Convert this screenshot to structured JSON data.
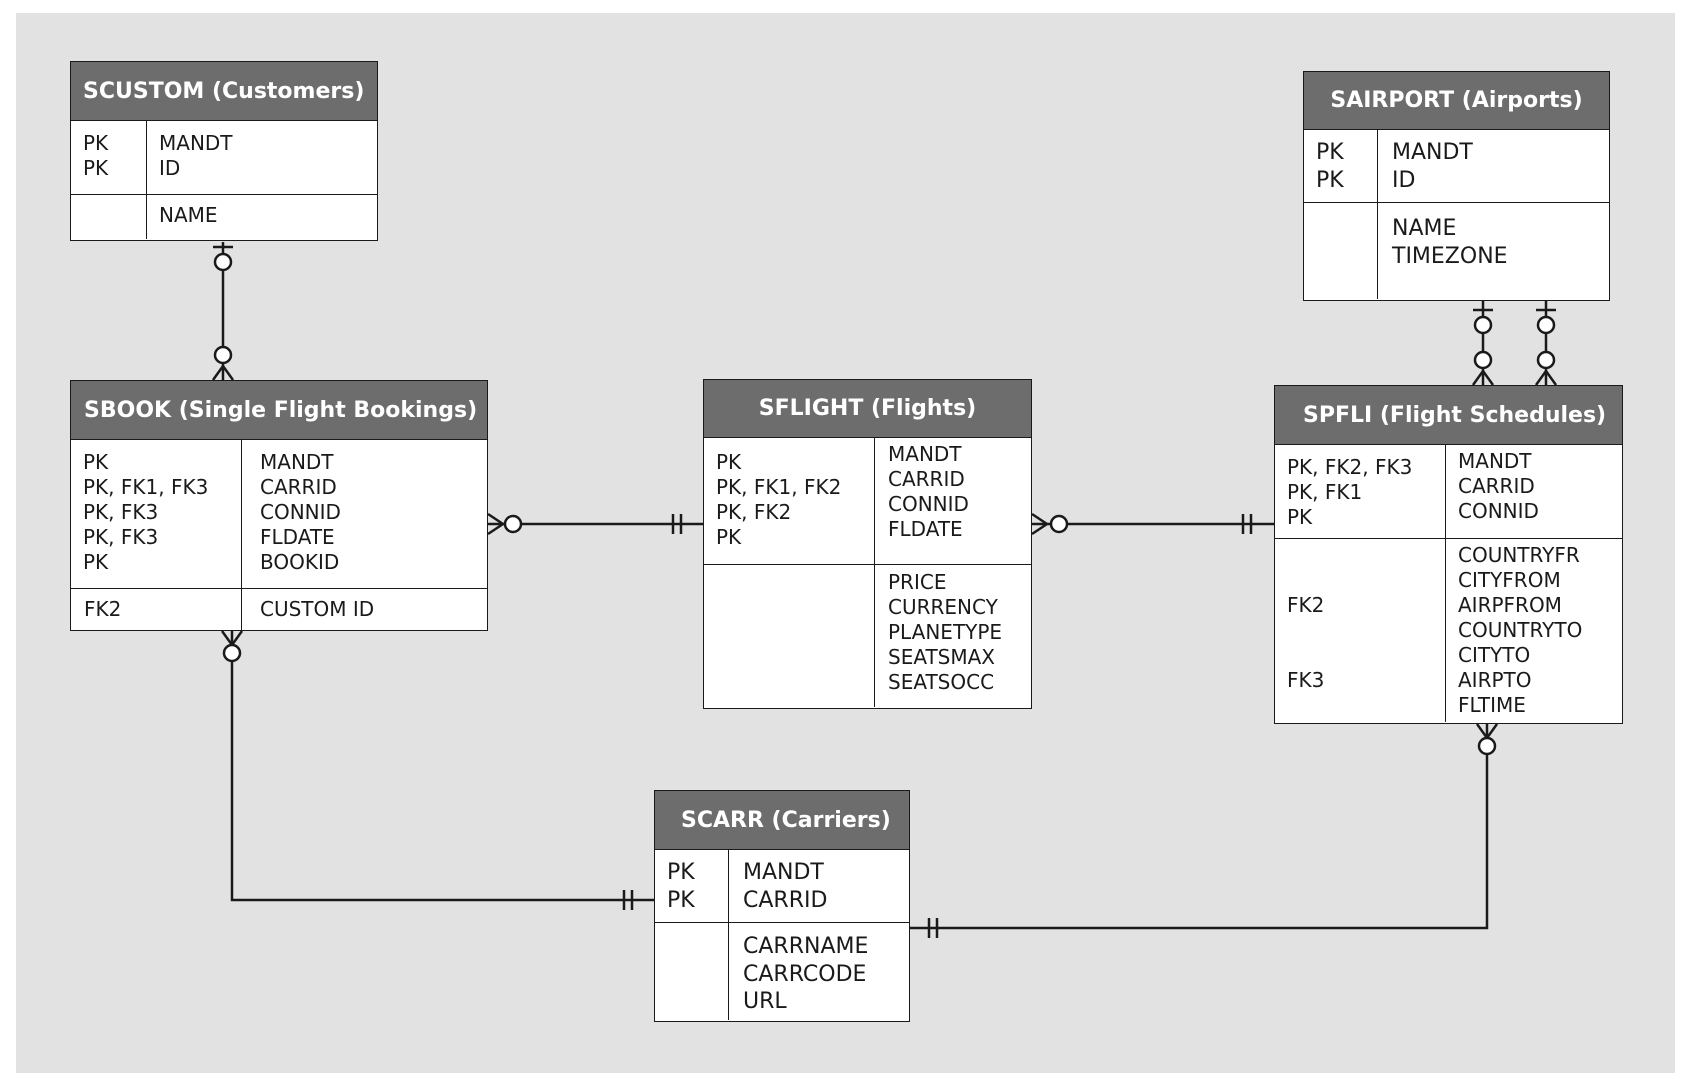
{
  "entities": {
    "scustom": {
      "title": "SCUSTOM (Customers)",
      "key_rows": [
        [
          "PK",
          "PK"
        ],
        [
          ""
        ]
      ],
      "field_rows": [
        [
          "MANDT",
          "ID"
        ],
        [
          "NAME"
        ]
      ]
    },
    "sbook": {
      "title": "SBOOK (Single Flight Bookings)",
      "key_rows": [
        [
          "PK",
          "PK, FK1, FK3",
          "PK, FK3",
          "PK, FK3",
          "PK"
        ],
        [
          "FK2"
        ]
      ],
      "field_rows": [
        [
          "MANDT",
          "CARRID",
          "CONNID",
          "FLDATE",
          "BOOKID"
        ],
        [
          "CUSTOM ID"
        ]
      ]
    },
    "sflight": {
      "title": "SFLIGHT (Flights)",
      "key_rows": [
        [
          "PK",
          "PK, FK1, FK2",
          "PK, FK2",
          "PK"
        ],
        [
          ""
        ]
      ],
      "field_rows": [
        [
          "MANDT",
          "CARRID",
          "CONNID",
          "FLDATE"
        ],
        [
          "PRICE",
          "CURRENCY",
          "PLANETYPE",
          "SEATSMAX",
          "SEATSOCC"
        ]
      ]
    },
    "sairport": {
      "title": "SAIRPORT (Airports)",
      "key_rows": [
        [
          "PK",
          "PK"
        ],
        [
          ""
        ]
      ],
      "field_rows": [
        [
          "MANDT",
          "ID"
        ],
        [
          "NAME",
          "TIMEZONE"
        ]
      ]
    },
    "spfli": {
      "title": "SPFLI (Flight Schedules)",
      "key_rows": [
        [
          "PK, FK2, FK3",
          "PK, FK1",
          "PK"
        ],
        [
          "",
          "",
          "FK2",
          "",
          "",
          "FK3",
          ""
        ]
      ],
      "field_rows": [
        [
          "MANDT",
          "CARRID",
          "CONNID"
        ],
        [
          "COUNTRYFR",
          "CITYFROM",
          "AIRPFROM",
          "COUNTRYTO",
          "CITYTO",
          "AIRPTO",
          "FLTIME"
        ]
      ]
    },
    "scarr": {
      "title": "SCARR (Carriers)",
      "key_rows": [
        [
          "PK",
          "PK"
        ],
        [
          ""
        ]
      ],
      "field_rows": [
        [
          "MANDT",
          "CARRID"
        ],
        [
          "CARRNAME",
          "CARRCODE",
          "URL"
        ]
      ]
    }
  },
  "relationships": [
    {
      "from": "scustom",
      "to": "sbook",
      "from_end": "zero-or-one",
      "to_end": "zero-or-many"
    },
    {
      "from": "sbook",
      "to": "sflight",
      "from_end": "zero-or-many",
      "to_end": "exactly-one"
    },
    {
      "from": "sflight",
      "to": "spfli",
      "from_end": "zero-or-many",
      "to_end": "exactly-one"
    },
    {
      "from": "sairport",
      "to": "spfli",
      "from_end": "zero-or-one",
      "to_end": "zero-or-many"
    },
    {
      "from": "sairport",
      "to": "spfli",
      "from_end": "zero-or-one",
      "to_end": "zero-or-many"
    },
    {
      "from": "sbook",
      "to": "scarr",
      "from_end": "zero-or-many",
      "to_end": "exactly-one"
    },
    {
      "from": "spfli",
      "to": "scarr",
      "from_end": "zero-or-many",
      "to_end": "exactly-one"
    }
  ],
  "colors": {
    "background": "#e2e2e2",
    "header": "#6d6d6d",
    "line": "#1a1a1a",
    "header_text": "#ffffff"
  }
}
